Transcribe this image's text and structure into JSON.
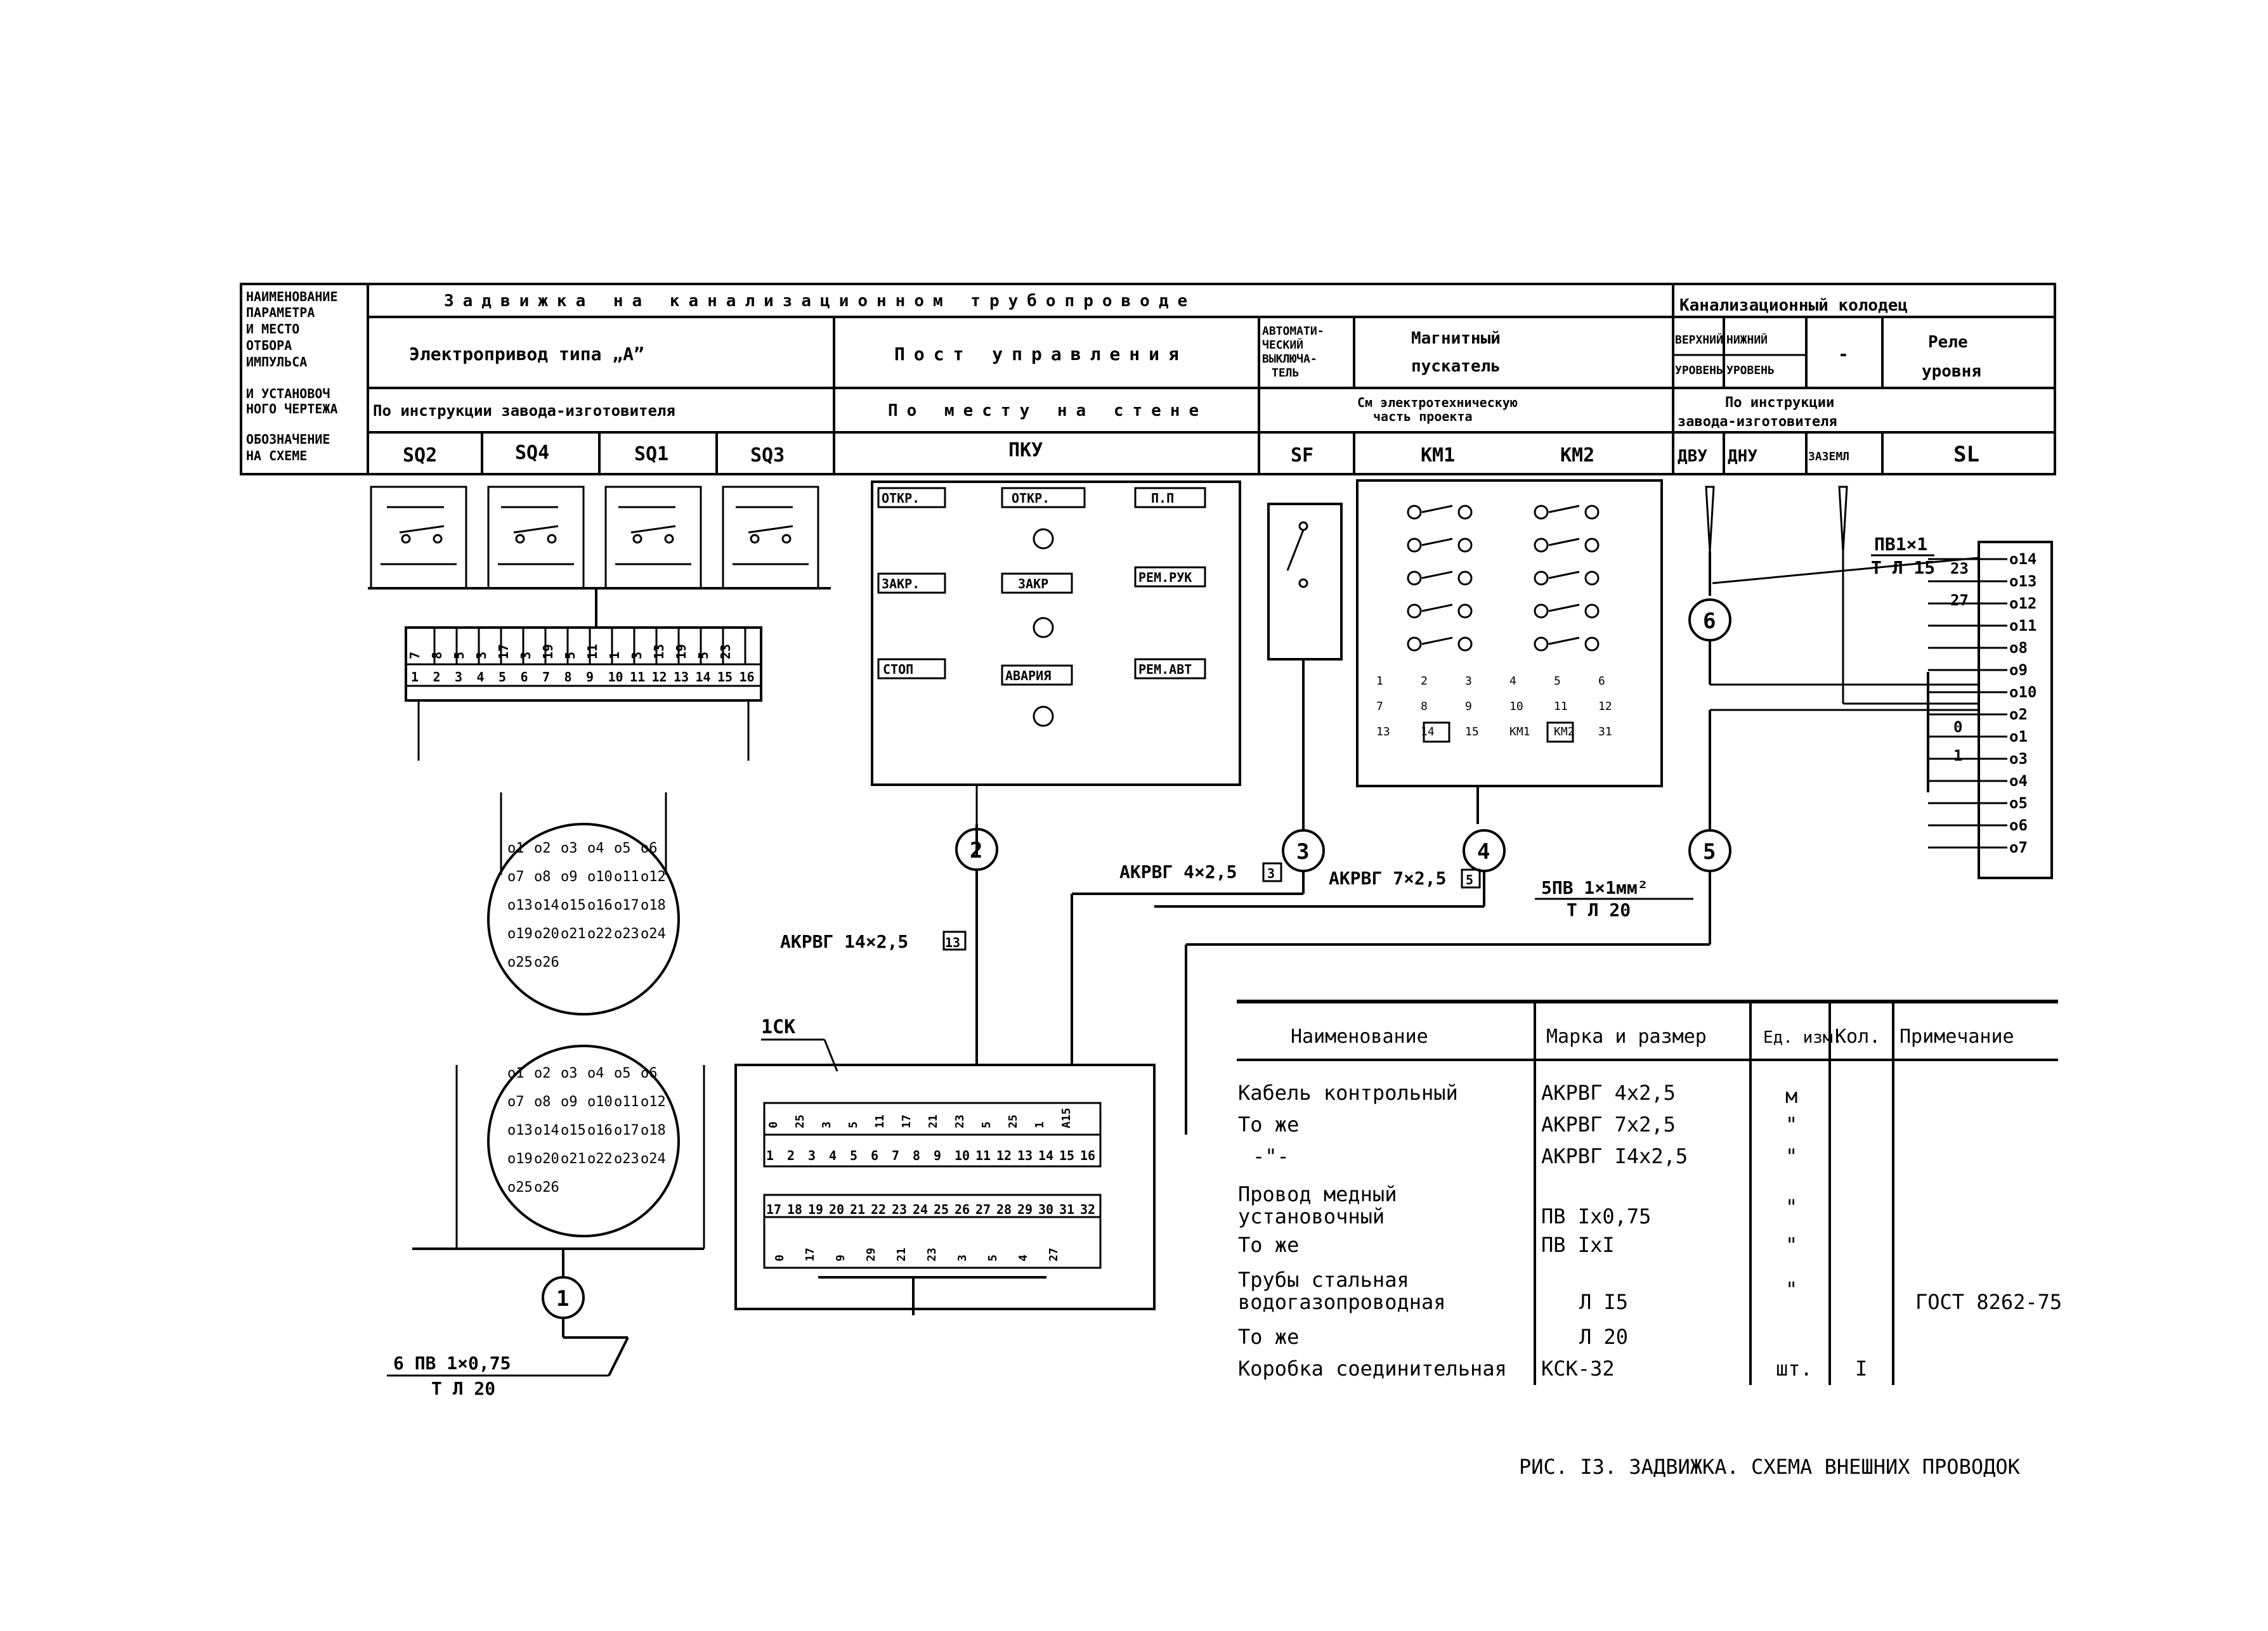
{
  "header": {
    "row_labels": [
      "НАИМЕНОВАНИЕ",
      "ПАРАМЕТРА",
      "И МЕСТО",
      "ОТБОРА",
      "ИМПУЛЬСА",
      "И УСТАНОВОЧ",
      "НОГО ЧЕРТЕЖА",
      "ОБОЗНАЧЕНИЕ",
      "НА СХЕМЕ"
    ],
    "title_main": "Задвижка на канализационном трубопроводе",
    "title_well": "Канализационный колодец",
    "electroprivod": "Электропривод типа „А”",
    "post": "Пост управления",
    "auto_line1": "АВТОМАТИ-",
    "auto_line2": "ЧЕСКИЙ",
    "auto_line3": "ВЫКЛЮЧА-",
    "auto_line4": "ТЕЛЬ",
    "starter_line1": "Магнитный",
    "starter_line2": "пускатель",
    "upper_line1": "ВЕРХНИЙ",
    "upper_line2": "УРОВЕНЬ",
    "lower_line1": "НИЖНИЙ",
    "lower_line2": "УРОВЕНЬ",
    "dash": "-",
    "relay_line1": "Реле",
    "relay_line2": "уровня",
    "install_factory": "По инструкции завода-изготовителя",
    "install_wall": "По месту на стене",
    "install_electro_line1": "См электротехническую",
    "install_electro_line2": "часть проекта",
    "install_relay_line1": "По инструкции",
    "install_relay_line2": "завода-изготовителя",
    "designations": [
      "SQ2",
      "SQ4",
      "SQ1",
      "SQ3",
      "ПКУ",
      "SF",
      "КМ1",
      "КМ2",
      "ДВУ",
      "ДНУ",
      "ЗАЗЕМЛ",
      "SL"
    ]
  },
  "panel": {
    "open": "ОТКР.",
    "close": "ЗАКР.",
    "stop": "СТОП",
    "lamp_open": "ОТКР.",
    "lamp_close": "ЗАКР",
    "lamp_alarm": "АВАРИЯ",
    "pp": "П.П",
    "rem_ruk": "РЕМ.РУК",
    "rem_avt": "РЕМ.АВТ"
  },
  "starter_pins": [
    "1",
    "2",
    "3",
    "4",
    "5",
    "6",
    "7",
    "8",
    "9",
    "10",
    "11",
    "12",
    "13",
    "14",
    "15",
    "КМ1",
    "КМ2",
    "31"
  ],
  "cables": {
    "c1_line1": "6 ПВ 1×0,75",
    "c1_line2": "Т Л 20",
    "c2": "АКРВГ 14×2,5",
    "c2_box": "13",
    "c3": "АКРВГ 4×2,5",
    "c3_box": "3",
    "c4": "АКРВГ 7×2,5",
    "c4_box": "5",
    "c5_line1": "5ПВ 1×1мм²",
    "c5_line2": "Т Л 20",
    "c6_line1": "ПВ1×1",
    "c6_line2": "Т Л 15",
    "box_label": "1СК",
    "circles": [
      "1",
      "2",
      "3",
      "4",
      "5",
      "6"
    ]
  },
  "terminal_strip": {
    "top": [
      "7",
      "8",
      "5",
      "3",
      "17",
      "3",
      "19",
      "5",
      "11",
      "1",
      "3",
      "13",
      "19",
      "5",
      "23"
    ],
    "bottom": [
      "1",
      "2",
      "3",
      "4",
      "5",
      "6",
      "7",
      "8",
      "9",
      "10",
      "11",
      "12",
      "13",
      "14",
      "15",
      "16"
    ]
  },
  "ksk": {
    "top_wires": [
      "0",
      "25",
      "3",
      "5",
      "11",
      "17",
      "21",
      "23",
      "5",
      "25",
      "1",
      "А15"
    ],
    "row1": [
      "1",
      "2",
      "3",
      "4",
      "5",
      "6",
      "7",
      "8",
      "9",
      "10",
      "11",
      "12",
      "13",
      "14",
      "15",
      "16"
    ],
    "row2": [
      "17",
      "18",
      "19",
      "20",
      "21",
      "22",
      "23",
      "24",
      "25",
      "26",
      "27",
      "28",
      "29",
      "30",
      "31",
      "32"
    ],
    "bottom_wires": [
      "0",
      "17",
      "9",
      "29",
      "21",
      "23",
      "3",
      "5",
      "4",
      "27"
    ]
  },
  "relay": {
    "pins": [
      "14",
      "13",
      "12",
      "11",
      "8",
      "9",
      "10",
      "2",
      "1",
      "3",
      "4",
      "5",
      "6",
      "7"
    ],
    "wire_labels": [
      "23",
      "27",
      "0",
      "1"
    ]
  },
  "spec": {
    "headers": [
      "Наименование",
      "Марка и размер",
      "Ед. изм.",
      "Кол.",
      "Примечание"
    ],
    "rows": [
      {
        "name": "Кабель контрольный",
        "mark": "АКРВГ 4х2,5",
        "unit": "м",
        "qty": "",
        "note": ""
      },
      {
        "name": "То же",
        "mark": "АКРВГ 7х2,5",
        "unit": "\"",
        "qty": "",
        "note": ""
      },
      {
        "name": "-\"-",
        "mark": "АКРВГ I4х2,5",
        "unit": "\"",
        "qty": "",
        "note": ""
      },
      {
        "name": "Провод медный",
        "name2": "установочный",
        "mark": "ПВ Iх0,75",
        "unit": "\"",
        "qty": "",
        "note": ""
      },
      {
        "name": "То же",
        "mark": "ПВ IхI",
        "unit": "\"",
        "qty": "",
        "note": ""
      },
      {
        "name": "Трубы стальная",
        "name2": "водогазопроводная",
        "mark": "Л I5",
        "unit": "\"",
        "qty": "",
        "note": "ГОСТ 8262-75"
      },
      {
        "name": "То же",
        "mark": "Л 20",
        "unit": "",
        "qty": "",
        "note": ""
      },
      {
        "name": "Коробка соединительная",
        "mark": "КСК-32",
        "unit": "шт.",
        "qty": "I",
        "note": ""
      }
    ]
  },
  "caption": "РИС. I3. ЗАДВИЖКА. СХЕМА ВНЕШНИХ ПРОВОДОК"
}
